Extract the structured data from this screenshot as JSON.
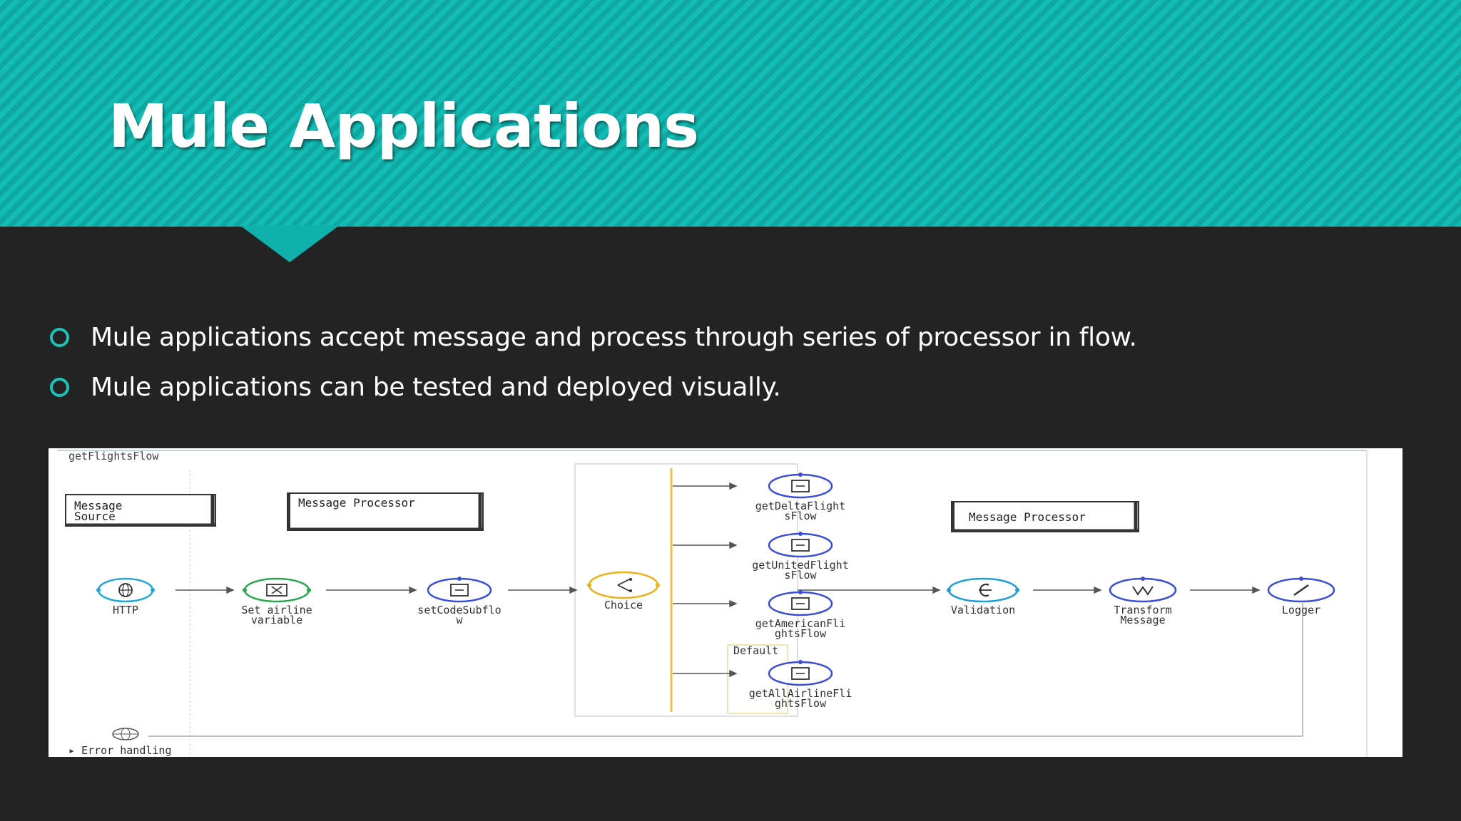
{
  "slide": {
    "title": "Mule Applications",
    "bullets": [
      "Mule applications accept message and process through series of processor in flow.",
      "Mule applications can be tested and deployed visually."
    ]
  },
  "diagram": {
    "flow_name": "getFlightsFlow",
    "boxes": {
      "message_source": "Message\nSource",
      "message_processor_1": "Message Processor",
      "message_processor_2": "Message Processor"
    },
    "nodes": {
      "http": "HTTP",
      "set_variable": "Set airline\nvariable",
      "set_code_subflow": "setCodeSubflo\nw",
      "choice": "Choice",
      "delta": "getDeltaFlight\nsFlow",
      "united": "getUnitedFlight\nsFlow",
      "american": "getAmericanFli\nghtsFlow",
      "default_label": "Default",
      "all_airlines": "getAllAirlineFli\nghtsFlow",
      "validation": "Validation",
      "transform": "Transform\nMessage",
      "logger": "Logger"
    },
    "error_handling": "▸ Error handling",
    "colors": {
      "http": "#22a7d8",
      "set_variable": "#2aa64c",
      "flow_ref": "#3a4fd6",
      "choice": "#e8b21a",
      "validation": "#1c9ed6",
      "transform": "#3a4fd6",
      "logger": "#3a4fd6"
    }
  }
}
